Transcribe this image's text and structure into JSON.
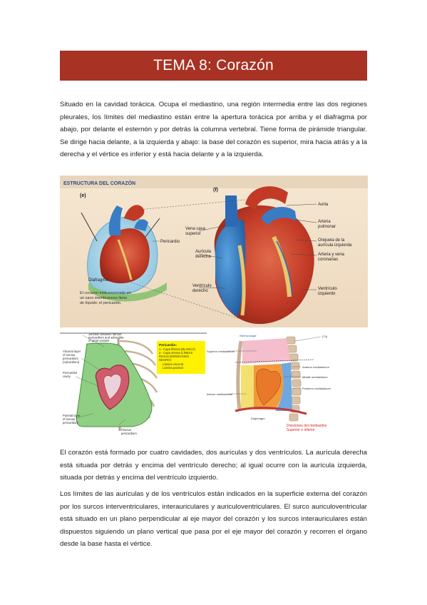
{
  "document": {
    "title": "TEMA 8: Corazón",
    "paragraphs": [
      "Situado en la cavidad torácica. Ocupa el mediastino, una región intermedia entre las dos regiones pleurales, los límites del mediastino están entre la apertura torácica por arriba y el diafragma por abajo, por delante el esternón y por detrás la columna vertebral. Tiene forma de pirámide triangular. Se dirige hacia delante, a la izquierda y abajo: la base del corazón es superior, mira hacia atrás y a la derecha y el vértice es inferior y está hacia delante y a la izquierda.",
      "El corazón está formado por cuatro cavidades, dos aurículas y dos ventrículos. La aurícula derecha está situada por detrás y encima del ventrículo derecho; al igual ocurre con la aurícula izquierda, situada por detrás y encima del ventrículo izquierdo.",
      "Los límites de las aurículas y de los ventrículos están indicados en la superficie externa del corazón por los surcos interventriculares, interauriculares y auriculoventriculares. El surco auriculoventricular está situado en un plano perpendicular al eje mayor del corazón y los surcos interauriculares están dispuestos siguiendo un plano vertical que pasa por el eje mayor del corazón y recorren el órgano desde la base hasta el vértice."
    ]
  },
  "figure1": {
    "header": "ESTRUCTURA DEL CORAZÓN",
    "panel_e": "(e)",
    "panel_f": "(f)",
    "pericardio": "Pericardio",
    "diafragma": "Diafragma",
    "caption_lines": [
      "El corazón está encerrado en",
      "un saco membranoso lleno",
      "de líquido: el pericardio."
    ],
    "aorta": "Aorta",
    "arteria_pulmonar": [
      "Arteria",
      "pulmonar"
    ],
    "vena_cava": [
      "Vena cava",
      "superior"
    ],
    "orejuela": [
      "Orejuela de la",
      "aurícula izquierda"
    ],
    "arteria_vena_coronarias": [
      "Arteria y vena",
      "coronarias"
    ],
    "auricula_derecha": [
      "Aurícula",
      "derecha"
    ],
    "ventriculo_derecho": [
      "Ventrículo",
      "derecho"
    ],
    "ventriculo_izquierdo": [
      "Ventrículo",
      "izquierdo"
    ]
  },
  "figure2": {
    "junction": [
      "Junction between fibrous",
      "pericardium and adventitia",
      "of great vessels"
    ],
    "visceral": [
      "Visceral layer",
      "of serous",
      "pericardium",
      "(epicardium)"
    ],
    "pericardial_cavity": [
      "Pericardial",
      "cavity"
    ],
    "parietal": [
      "Parietal layer",
      "of serous",
      "pericardium"
    ],
    "fibrous": [
      "Fibrous",
      "pericardium"
    ],
    "pericardio_box_title": "Pericardio:",
    "pericardio_box_lines": [
      "1.- Capa fibrosa (BLANCO)",
      "2.- Capa serosa (LÍNEAS",
      "ROJAS BORDEANDO",
      "NEGRO):",
      "Lámina visceral",
      "Lámina parietal"
    ]
  },
  "figure3": {
    "sternal_angle": "Sternal angle",
    "t4": "(T4)",
    "superior": "Superior mediastinum",
    "anterior": "Anterior mediastinum",
    "middle": "Middle mediastinum",
    "posterior": "Posterior mediastinum",
    "inferior": "Inferior mediastinum",
    "diaphragm": "Diaphragm",
    "caption": [
      "Divisiones del mediastino",
      "Superior e inferior"
    ]
  }
}
